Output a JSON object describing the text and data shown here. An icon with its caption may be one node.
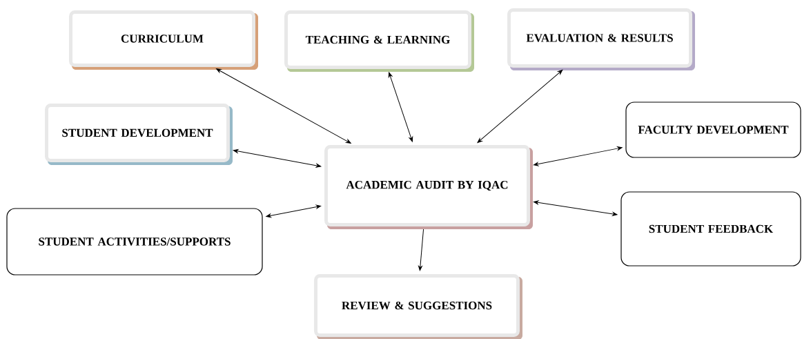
{
  "diagram": {
    "nodes": [
      {
        "text": [
          "CURRICULUM"
        ]
      },
      {
        "text": [
          "TEACHING & LEARNING"
        ]
      },
      {
        "text": [
          "EVALUATION & RESULTS"
        ]
      },
      {
        "text": [
          "STUDENT DEVELOPMENT"
        ]
      },
      {
        "text": [
          "FACULTY DEVELOPMENT"
        ]
      },
      {
        "text": [
          "ACADEMIC AUDIT BY IQAC"
        ]
      },
      {
        "text": [
          "STUDENT ACTIVITIES/SUPPORTS"
        ]
      },
      {
        "text": [
          "STUDENT FEEDBACK"
        ]
      },
      {
        "text": [
          "REVIEW & SUGGESTIONS"
        ]
      }
    ],
    "edges": [
      {
        "from": 0,
        "to": 5,
        "arrow": "both"
      },
      {
        "from": 1,
        "to": 5,
        "arrow": "both"
      },
      {
        "from": 2,
        "to": 5,
        "arrow": "both"
      },
      {
        "from": 3,
        "to": 5,
        "arrow": "both"
      },
      {
        "from": 4,
        "to": 5,
        "arrow": "both"
      },
      {
        "from": 6,
        "to": 5,
        "arrow": "both"
      },
      {
        "from": 7,
        "to": 5,
        "arrow": "both"
      },
      {
        "from": 5,
        "to": 8,
        "arrow": "to"
      }
    ]
  }
}
